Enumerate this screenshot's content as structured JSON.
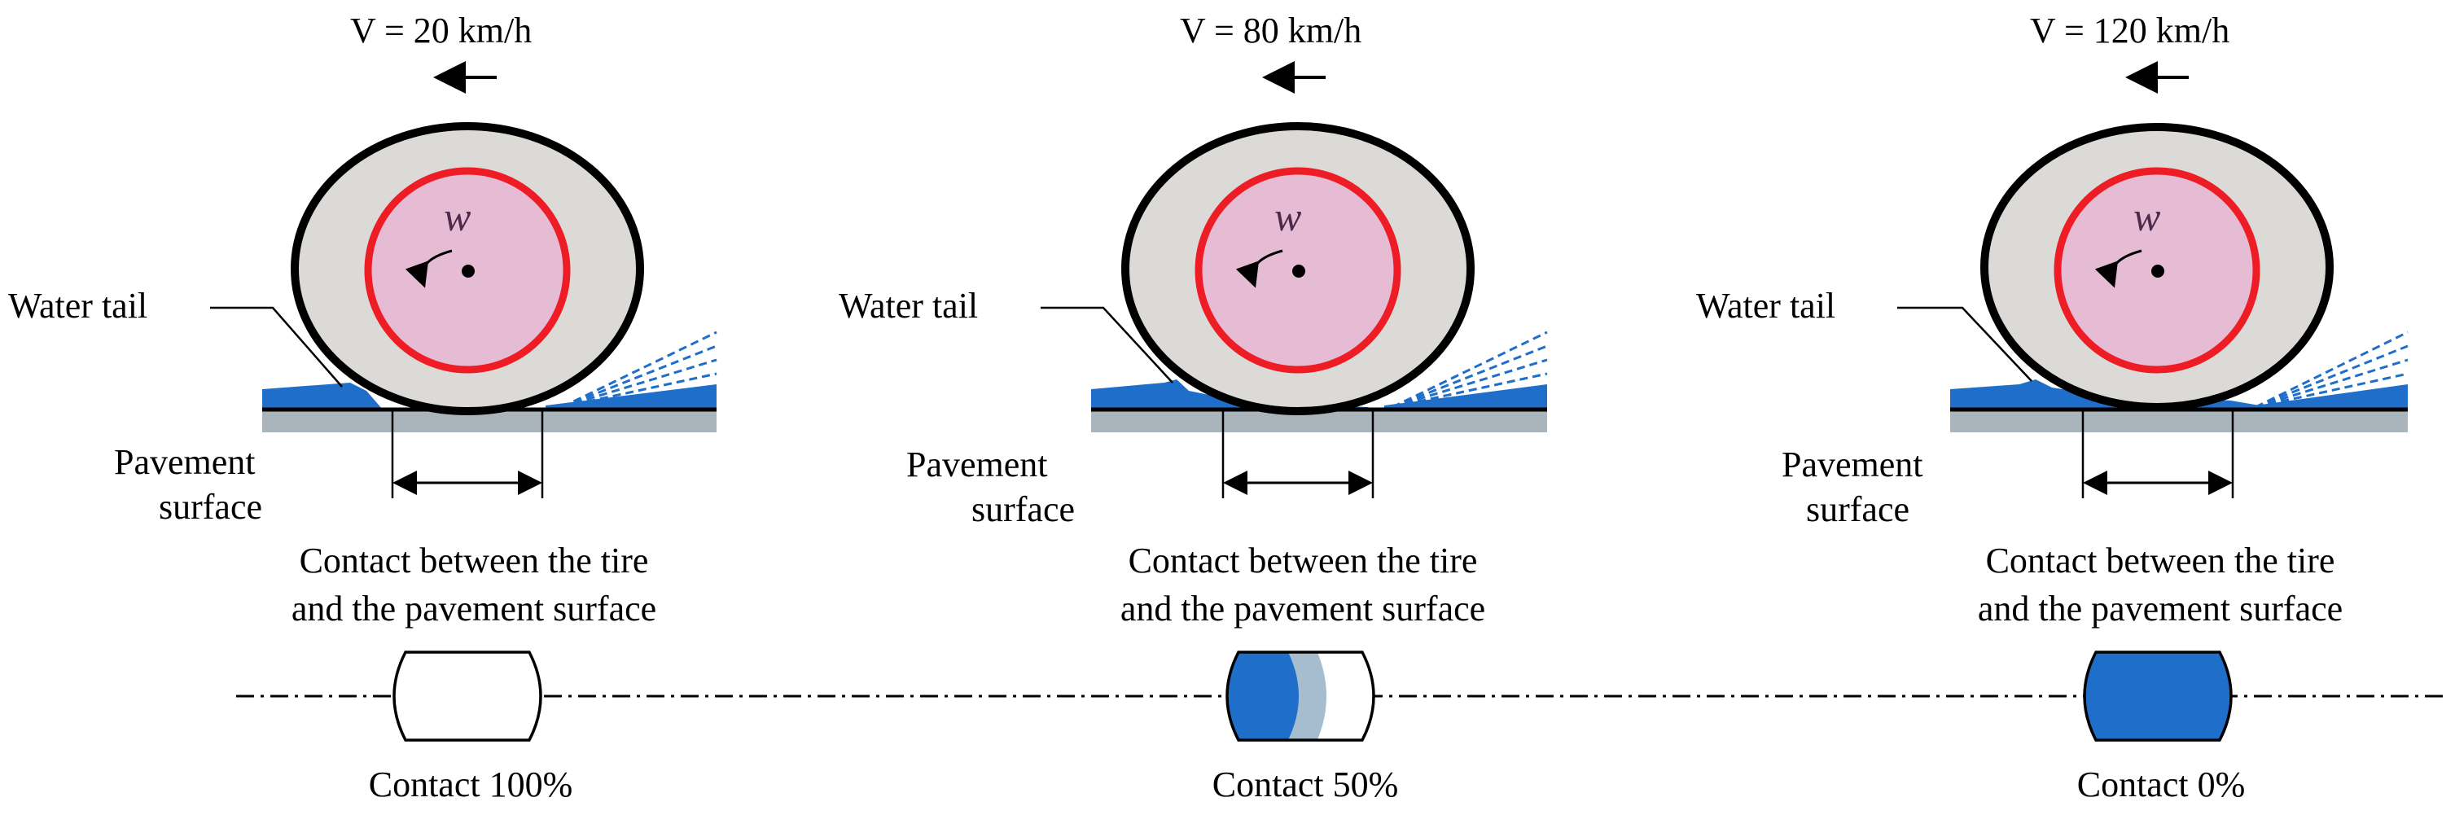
{
  "panels": [
    {
      "speed_label": "V = 20 km/h",
      "rotation_symbol": "w",
      "water_tail_label": "Water tail",
      "pavement_label_line1": "Pavement",
      "pavement_label_line2": "surface",
      "contact_caption_line1": "Contact between the tire",
      "contact_caption_line2": "and the pavement surface",
      "contact_value_label": "Contact 100%",
      "contact_fraction": 1.0
    },
    {
      "speed_label": "V = 80 km/h",
      "rotation_symbol": "w",
      "water_tail_label": "Water tail",
      "pavement_label_line1": "Pavement",
      "pavement_label_line2": "surface",
      "contact_caption_line1": "Contact between the tire",
      "contact_caption_line2": "and the pavement surface",
      "contact_value_label": "Contact 50%",
      "contact_fraction": 0.5
    },
    {
      "speed_label": "V = 120 km/h",
      "rotation_symbol": "w",
      "water_tail_label": "Water tail",
      "pavement_label_line1": "Pavement",
      "pavement_label_line2": "surface",
      "contact_caption_line1": "Contact between the tire",
      "contact_caption_line2": "and the pavement surface",
      "contact_value_label": "Contact 0%",
      "contact_fraction": 0.0
    }
  ],
  "colors": {
    "tire": "#dcdad6",
    "hub": "#e6bcd4",
    "hub_ring": "#ee1c24",
    "water": "#1f6ec9",
    "water_light": "#a6bccf",
    "pavement": "#aab4bb",
    "outline": "#000000"
  }
}
